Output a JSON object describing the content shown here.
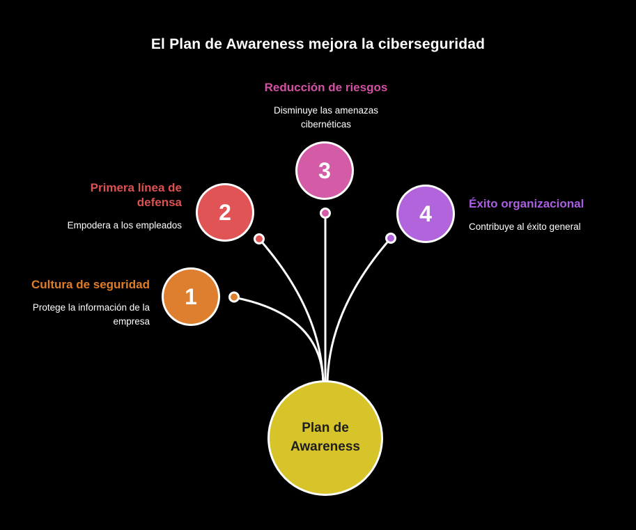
{
  "title": "El Plan de Awareness mejora la ciberseguridad",
  "colors": {
    "background": "#000000",
    "connector": "#FFFFFF"
  },
  "center": {
    "label": "Plan de Awareness",
    "color": "#D7C42B",
    "text_color": "#1E1E1E"
  },
  "nodes": [
    {
      "number": "1",
      "heading": "Cultura de seguridad",
      "description": "Protege la información de la empresa",
      "color": "#DD7F2E",
      "heading_color": "#E07D28"
    },
    {
      "number": "2",
      "heading": "Primera línea de defensa",
      "description": "Empodera a los empleados",
      "color": "#E05455",
      "heading_color": "#DC5151"
    },
    {
      "number": "3",
      "heading": "Reducción de riesgos",
      "description": "Disminuye las amenazas cibernéticas",
      "color": "#D45BA6",
      "heading_color": "#D351A3"
    },
    {
      "number": "4",
      "heading": "Éxito organizacional",
      "description": "Contribuye al éxito general",
      "color": "#B164DB",
      "heading_color": "#A95FE0"
    }
  ]
}
